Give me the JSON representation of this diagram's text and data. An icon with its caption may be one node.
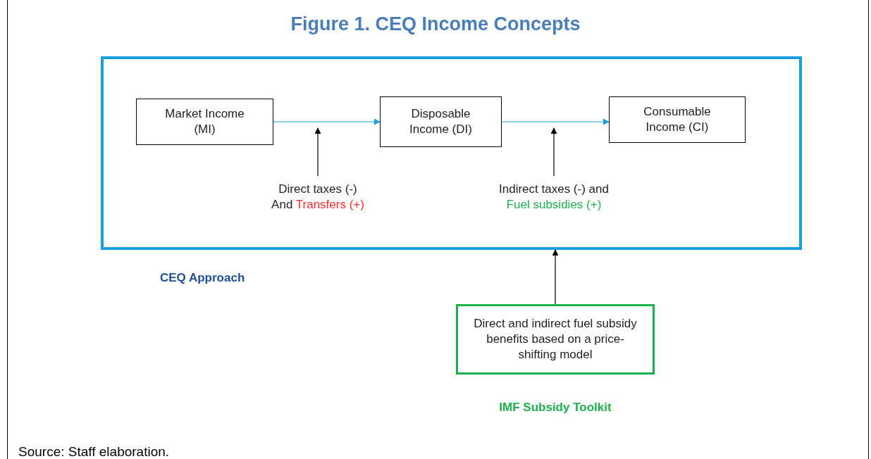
{
  "diagram": {
    "title": "Figure 1. CEQ Income Concepts",
    "caption": "Source: Staff elaboration.",
    "nodes": [
      {
        "text": [
          "CEQ Approach"
        ]
      },
      {
        "text": [
          "Market Income (MI)"
        ],
        "in": 0
      },
      {
        "text": [
          "Disposable Income (DI)"
        ],
        "in": 0
      },
      {
        "text": [
          "Consumable Income (CI)"
        ],
        "in": 0
      },
      {
        "text": [
          "Direct taxes (-)",
          "And",
          "Transfers (+)"
        ],
        "in": 0
      },
      {
        "text": [
          "Indirect taxes (-) and",
          "Fuel subsidies (+)"
        ],
        "in": 0
      },
      {
        "text": [
          "Direct and indirect fuel subsidy benefits based on a price-shifting model",
          "IMF Subsidy Toolkit"
        ]
      }
    ],
    "edges": [
      {
        "from": 1,
        "to": 2,
        "arrow": "to",
        "color": "#1b9de2"
      },
      {
        "from": 2,
        "to": 3,
        "arrow": "to",
        "color": "#1b9de2"
      },
      {
        "from": 4,
        "to": null,
        "arrow": "to"
      },
      {
        "from": 5,
        "to": null,
        "arrow": "to"
      },
      {
        "from": 6,
        "to": 0,
        "arrow": "to"
      }
    ]
  }
}
